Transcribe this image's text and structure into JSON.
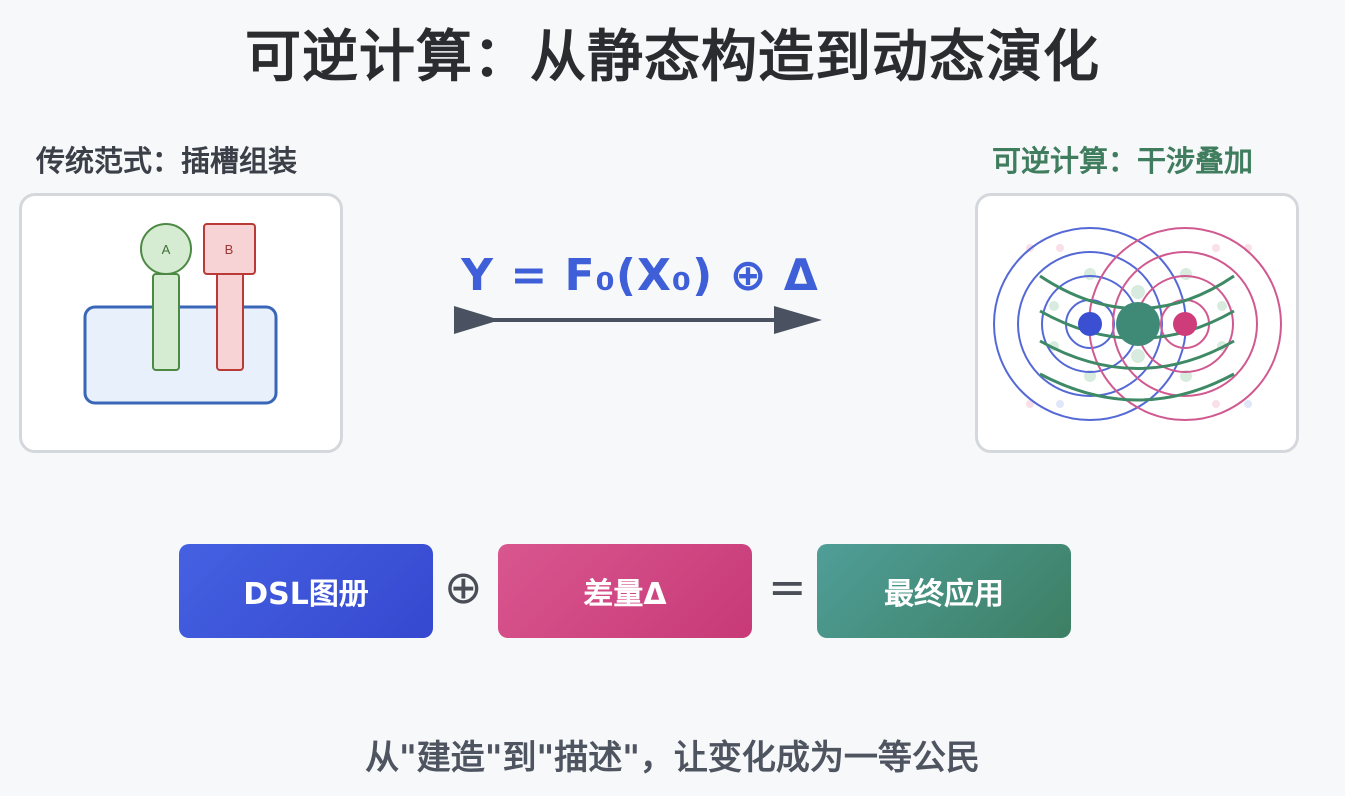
{
  "title": "可逆计算：从静态构造到动态演化",
  "left_panel": {
    "label": "传统范式：插槽组装",
    "pin_a": "A",
    "pin_b": "B"
  },
  "right_panel": {
    "label": "可逆计算：干涉叠加"
  },
  "formula": "Y = F₀(X₀) ⊕ Δ",
  "equation": {
    "term1": "DSL图册",
    "op_plus": "⊕",
    "term2": "差量Δ",
    "op_equals": "=",
    "result": "最终应用"
  },
  "tagline": "从\"建造\"到\"描述\"，让变化成为一等公民",
  "colors": {
    "blue": "#4561e2",
    "pink": "#d9568f",
    "green": "#3d7f64"
  }
}
